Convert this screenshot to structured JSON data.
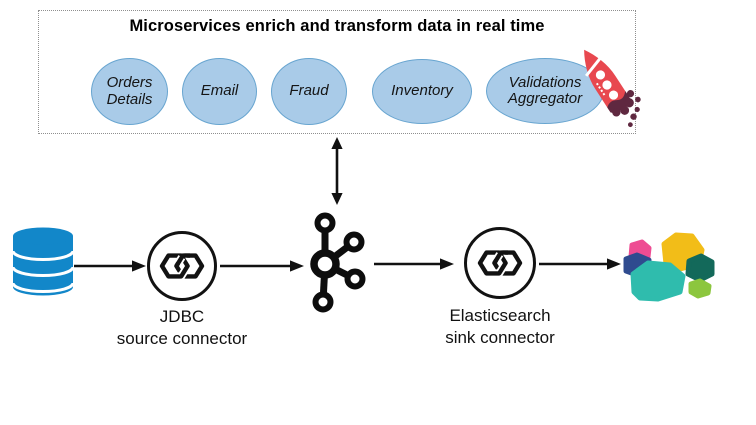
{
  "title_box": {
    "title": "Microservices enrich and transform data in real time",
    "services": [
      {
        "label": "Orders\nDetails"
      },
      {
        "label": "Email"
      },
      {
        "label": "Fraud"
      },
      {
        "label": "Inventory"
      },
      {
        "label": "Validations\nAggregator"
      }
    ]
  },
  "pipeline": {
    "source_connector_label": "JDBC\nsource connector",
    "sink_connector_label": "Elasticsearch\nsink connector"
  },
  "icons": {
    "source": "database-icon",
    "source_connector": "connector-hexlink-icon",
    "broker": "kafka-icon",
    "sink_connector": "connector-hexlink-icon",
    "sink": "elasticsearch-logo-icon",
    "microservices_badge": "rocket-icon",
    "flow": "arrow-right-icon",
    "sync": "arrow-up-down-icon"
  },
  "colors": {
    "service_bubble_fill": "#a9cbe8",
    "service_bubble_border": "#68a5d0",
    "database_blue": "#1287c9",
    "diagram_black": "#111111",
    "rocket_red": "#e8484f",
    "rocket_drip": "#5f2840",
    "elastic_yellow": "#f2bd18",
    "elastic_pink": "#ee4c93",
    "elastic_blue": "#2f4b8f",
    "elastic_teal": "#2fbcad",
    "elastic_dark_green": "#13695a",
    "elastic_light_green": "#8cc63e"
  }
}
